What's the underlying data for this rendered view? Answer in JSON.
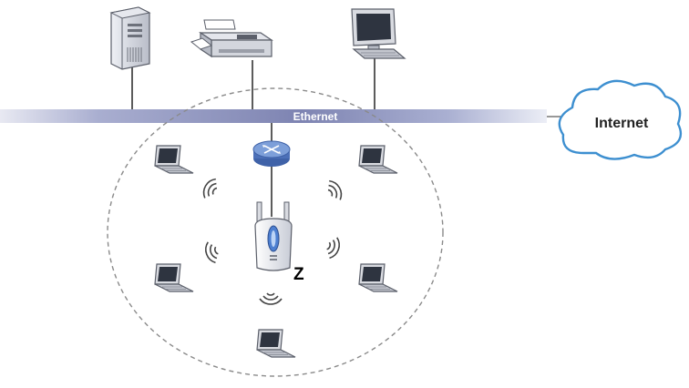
{
  "labels": {
    "ethernet": "Ethernet",
    "internet": "Internet",
    "ap_marker": "Z"
  },
  "colors": {
    "bus": "#8a8fb8",
    "bus_light": "#d7d9ea",
    "cloud_stroke": "#3d8fd0",
    "cloud_fill": "#ffffff",
    "wireless_boundary": "#8a8a8a",
    "device_gray": "#c9ccd3",
    "device_dark": "#5b5f6a",
    "router_blue": "#5f83c8",
    "wifi_waves": "#444444"
  },
  "nodes": {
    "server": "server-icon",
    "printer": "printer-fax-icon",
    "desktop": "desktop-computer-icon",
    "router": "router-icon",
    "access_point": "access-point-icon",
    "cloud": "internet-cloud-icon",
    "laptops": [
      "laptop-icon",
      "laptop-icon",
      "laptop-icon",
      "laptop-icon",
      "laptop-icon"
    ]
  }
}
